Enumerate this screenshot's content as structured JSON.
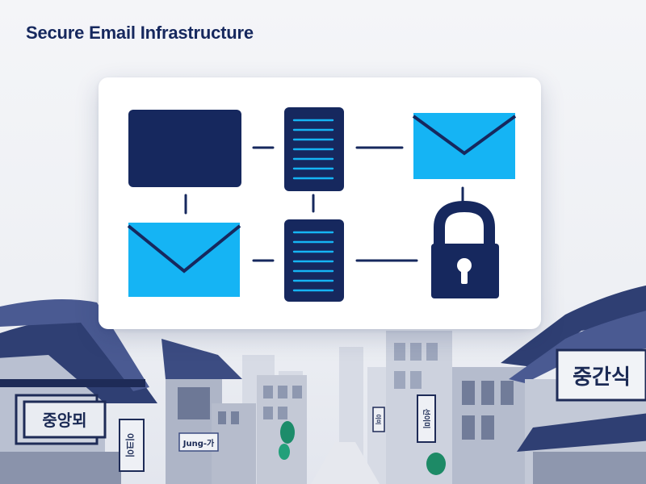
{
  "header": {
    "title": "Secure Email Infrastructure"
  },
  "colors": {
    "navy": "#16285e",
    "light_blue": "#15b4f4",
    "roof": "#35467f",
    "building_gray": "#c9ceda"
  },
  "signs": {
    "left_big": "중앙뫼",
    "left_vertical": "이크이",
    "left_small": "Jung-가",
    "right_big": "중간식",
    "right_vertical_a": "선이미",
    "right_vertical_b": "이미"
  },
  "diagram": {
    "nodes": [
      {
        "id": "client-terminal",
        "icon": "monitor-icon"
      },
      {
        "id": "server-top",
        "icon": "server-icon"
      },
      {
        "id": "mail-outbound",
        "icon": "envelope-icon"
      },
      {
        "id": "mail-inbound",
        "icon": "envelope-icon"
      },
      {
        "id": "server-bottom",
        "icon": "server-icon"
      },
      {
        "id": "encryption-lock",
        "icon": "padlock-icon"
      }
    ]
  }
}
